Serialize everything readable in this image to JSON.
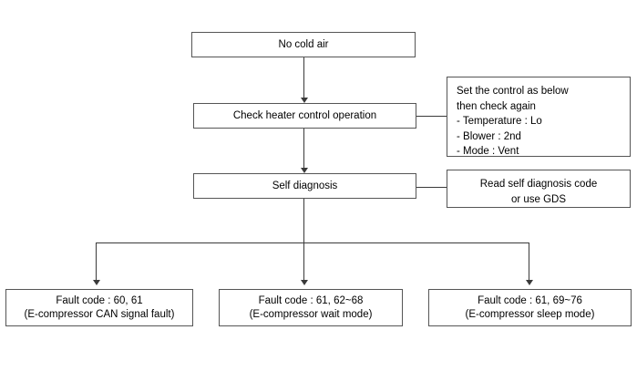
{
  "diagram": {
    "title": "No cold air diagnostic flowchart",
    "colors": {
      "background": "#ffffff",
      "box_border": "#555555",
      "connector": "#3a3a3a",
      "text": "#000000"
    },
    "nodes": {
      "start": {
        "label": "No cold air"
      },
      "check_heater": {
        "label": "Check heater control operation"
      },
      "self_diagnosis": {
        "label": "Self diagnosis"
      },
      "fault_1": {
        "line1": "Fault code : 60, 61",
        "line2": "(E-compressor CAN signal fault)"
      },
      "fault_2": {
        "line1": "Fault code : 61, 62~68",
        "line2": "(E-compressor wait mode)"
      },
      "fault_3": {
        "line1": "Fault code : 61, 69~76",
        "line2": "(E-compressor sleep mode)"
      }
    },
    "notes": {
      "control_setting": {
        "l1": "Set the control as below",
        "l2": "then check again",
        "l3": "- Temperature : Lo",
        "l4": "- Blower : 2nd",
        "l5": "- Mode : Vent"
      },
      "read_code": {
        "l1": "Read self diagnosis code",
        "l2": "or use GDS"
      }
    }
  }
}
